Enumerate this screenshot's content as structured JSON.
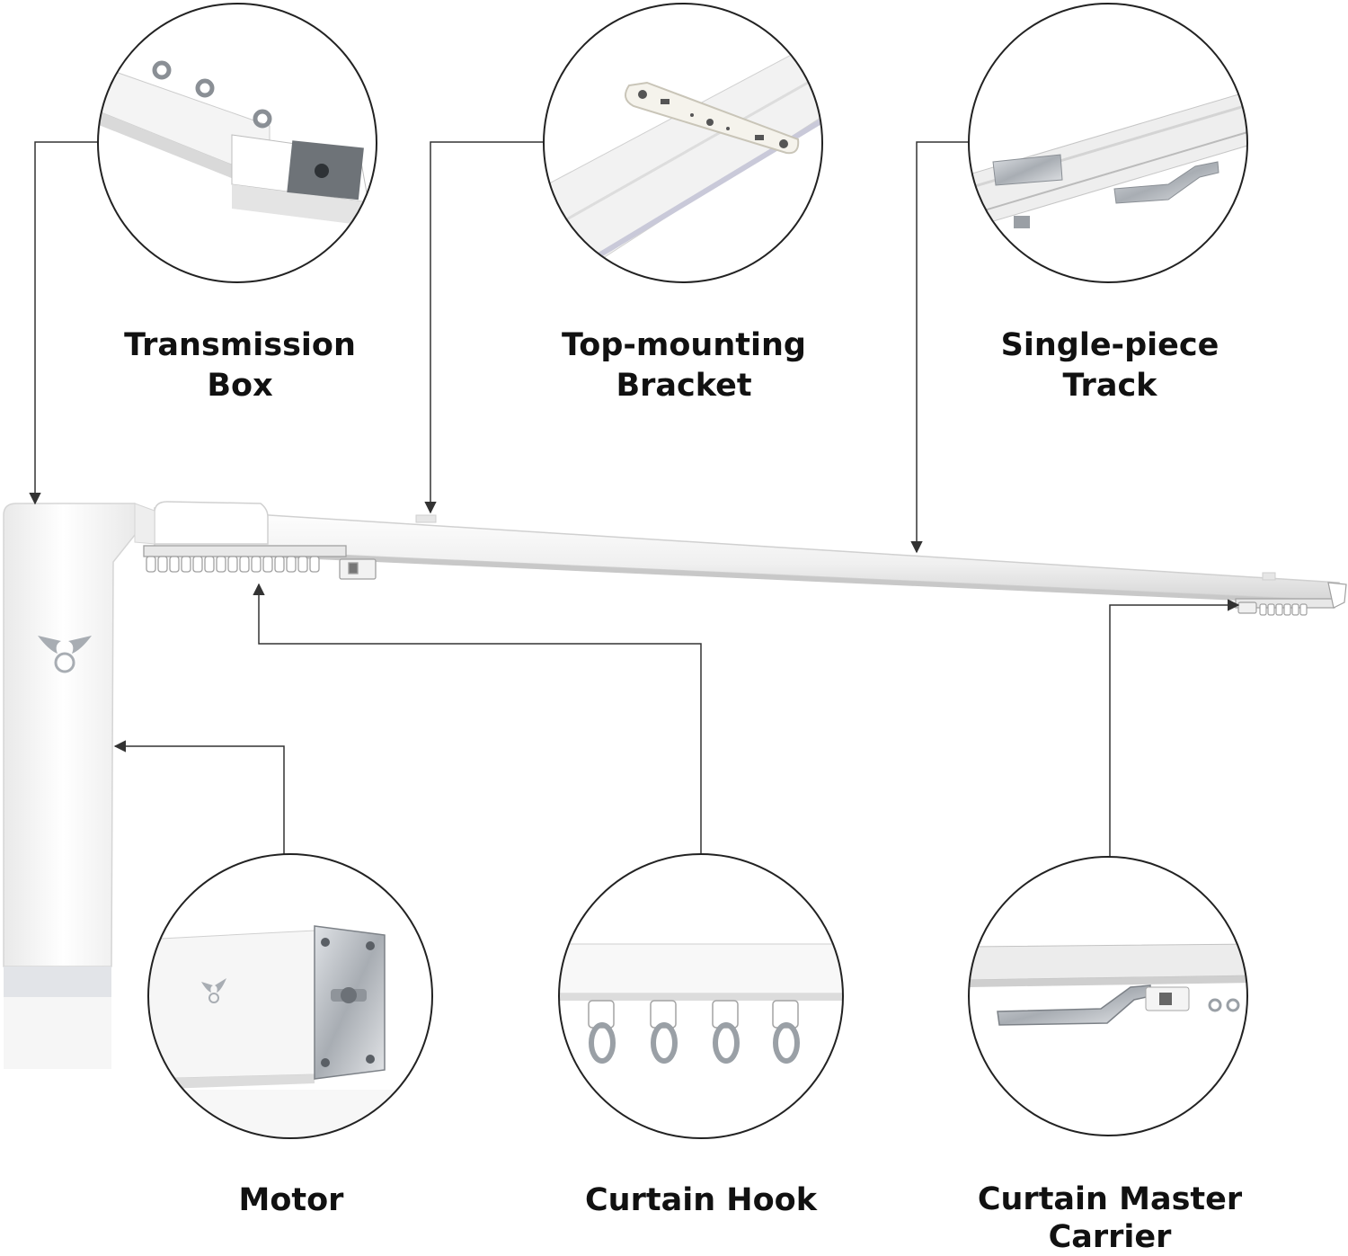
{
  "labels": {
    "transmission_box": [
      "Transmission",
      "Box"
    ],
    "top_mounting_bracket": [
      "Top-mounting",
      "Bracket"
    ],
    "single_piece_track": [
      "Single-piece",
      "Track"
    ],
    "motor": [
      "Motor"
    ],
    "curtain_hook": [
      "Curtain Hook"
    ],
    "curtain_master_carrier": [
      "Curtain Master",
      "Carrier"
    ]
  },
  "colors": {
    "leader_line": "#333333",
    "circle_outline": "#222222",
    "product_white": "#f7f7f7",
    "metal": "#b9bcc1",
    "text": "#111111"
  }
}
